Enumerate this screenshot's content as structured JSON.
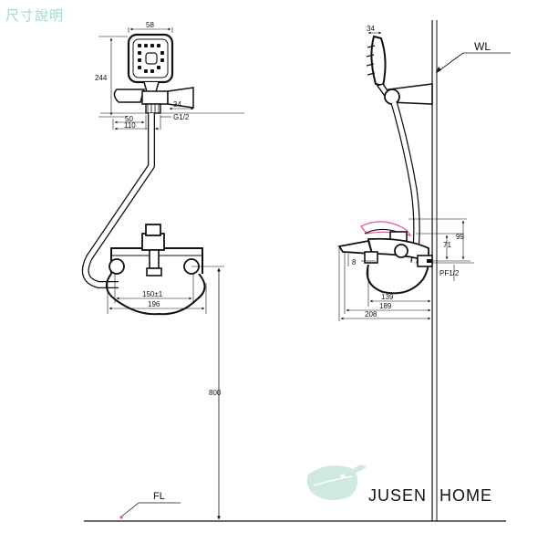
{
  "title": "尺寸說明",
  "brand": "JUSEN HOME",
  "colors": {
    "title": "#9fdcca",
    "accent": "#f04fa0",
    "logo": "#cfe9df",
    "line": "#111111"
  },
  "labels": {
    "wl": "WL",
    "fl": "FL",
    "head_width": "58",
    "head_height": "244",
    "holder_depth": "34",
    "holder_width": "50",
    "thread": "G1/2",
    "holder_span": "110",
    "side_head": "34",
    "height_99": "99",
    "height_71": "71",
    "spout_8": "8",
    "inlet": "PF1/2",
    "depth_139": "139",
    "depth_189": "189",
    "depth_208": "208",
    "centers": "150±1",
    "width_196": "196",
    "mount_height": "800"
  }
}
